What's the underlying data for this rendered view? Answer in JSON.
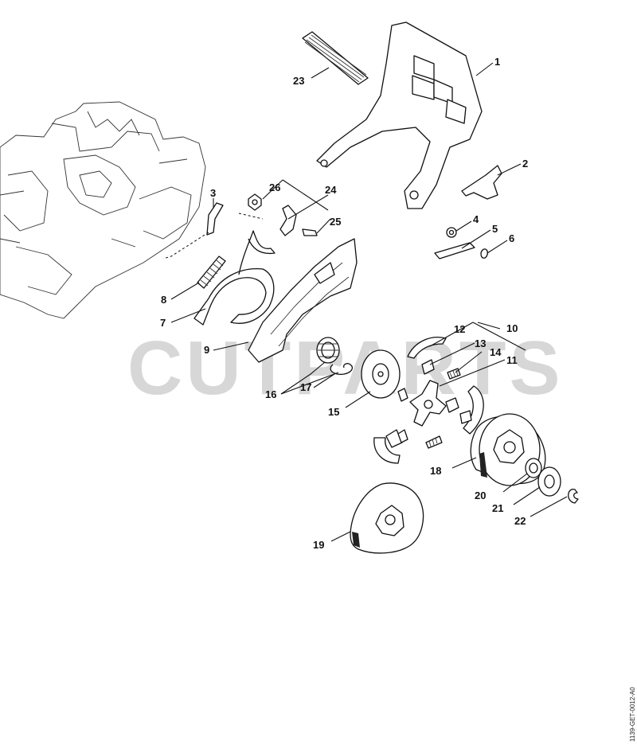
{
  "watermark": "CUTPARTS",
  "doc_id": "1139-GET-0012-A0",
  "callouts": [
    {
      "id": "c1",
      "label": "1"
    },
    {
      "id": "c2",
      "label": "2"
    },
    {
      "id": "c3",
      "label": "3"
    },
    {
      "id": "c4",
      "label": "4"
    },
    {
      "id": "c5",
      "label": "5"
    },
    {
      "id": "c6",
      "label": "6"
    },
    {
      "id": "c7",
      "label": "7"
    },
    {
      "id": "c8",
      "label": "8"
    },
    {
      "id": "c9",
      "label": "9"
    },
    {
      "id": "c10",
      "label": "10"
    },
    {
      "id": "c11",
      "label": "11"
    },
    {
      "id": "c12",
      "label": "12"
    },
    {
      "id": "c13",
      "label": "13"
    },
    {
      "id": "c14",
      "label": "14"
    },
    {
      "id": "c15",
      "label": "15"
    },
    {
      "id": "c16",
      "label": "16"
    },
    {
      "id": "c17",
      "label": "17"
    },
    {
      "id": "c18",
      "label": "18"
    },
    {
      "id": "c19",
      "label": "19"
    },
    {
      "id": "c20",
      "label": "20"
    },
    {
      "id": "c21",
      "label": "21"
    },
    {
      "id": "c22",
      "label": "22"
    },
    {
      "id": "c23",
      "label": "23"
    },
    {
      "id": "c24",
      "label": "24"
    },
    {
      "id": "c25",
      "label": "25"
    },
    {
      "id": "c26",
      "label": "26"
    }
  ]
}
